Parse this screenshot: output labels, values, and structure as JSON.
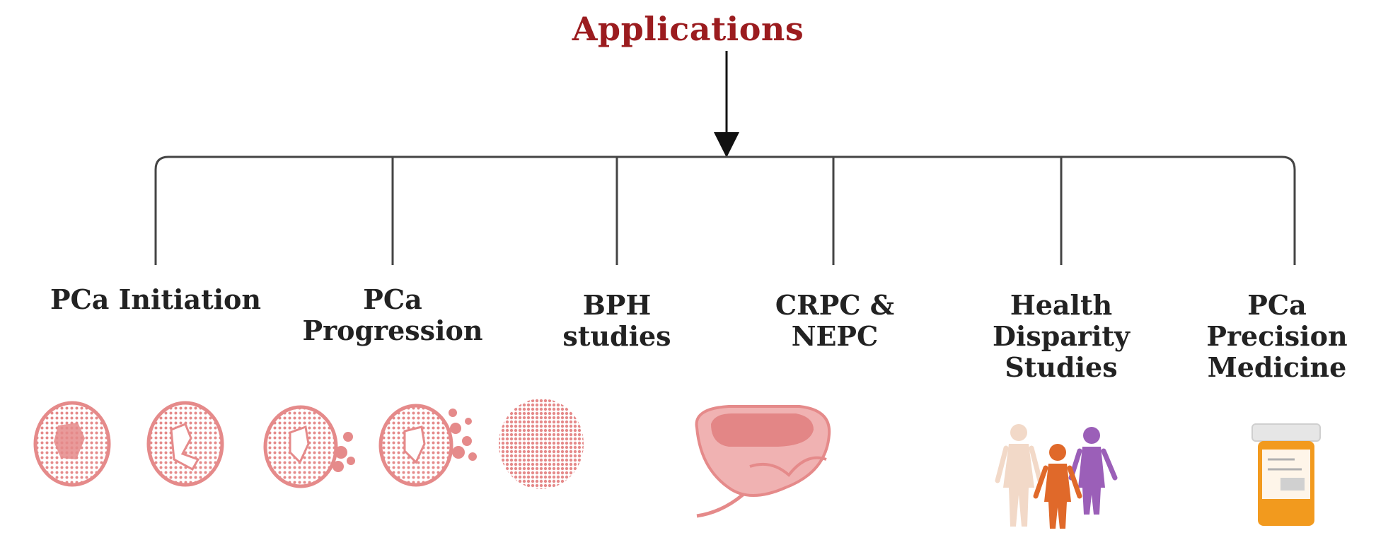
{
  "title": "Applications",
  "colors": {
    "title": "#9b1c1f",
    "connector": "#444444",
    "cell": "#e58a8a",
    "prostate": "#e79a9a",
    "person_light": "#f2d9c8",
    "person_orange": "#e0692a",
    "person_purple": "#9b5fb8",
    "bottle_orange": "#f29a1e",
    "bottle_cap": "#e6e6e6"
  },
  "branches": [
    {
      "lines": [
        "PCa Initiation"
      ],
      "icon": "cell-icon"
    },
    {
      "lines": [
        "PCa",
        "Progression"
      ],
      "icon": "tumor-cell-icon"
    },
    {
      "lines": [
        "BPH",
        "studies"
      ],
      "icon": "tumor-cluster-icon"
    },
    {
      "lines": [
        "CRPC &",
        "NEPC"
      ],
      "icon": "prostate-icon"
    },
    {
      "lines": [
        "Health",
        "Disparity",
        "Studies"
      ],
      "icon": "people-icon"
    },
    {
      "lines": [
        "PCa",
        "Precision",
        "Medicine"
      ],
      "icon": "pill-bottle-icon"
    }
  ]
}
